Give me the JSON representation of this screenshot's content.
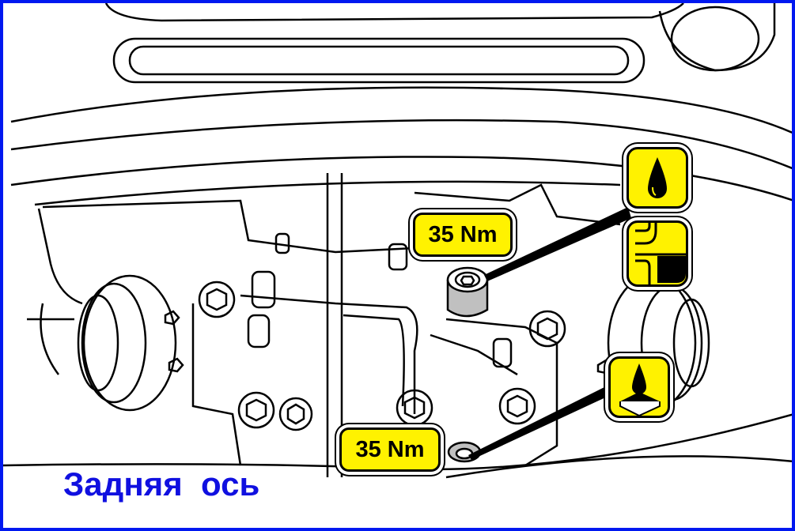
{
  "title": "Задняя  ось",
  "callouts": [
    {
      "label": "35 Nm"
    },
    {
      "label": "35 Nm"
    }
  ],
  "icons": [
    "oil-drop-icon",
    "fill-level-icon",
    "drain-oil-icon"
  ],
  "colors": {
    "frame": "#0018f0",
    "title": "#1010e0",
    "callout": "#fff200"
  }
}
